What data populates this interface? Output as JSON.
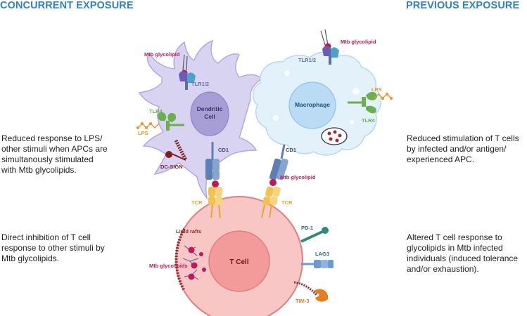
{
  "headings": {
    "left": "CONCURRENT EXPOSURE",
    "right": "PREVIOUS EXPOSURE"
  },
  "side_text": {
    "left_top": "Reduced response to LPS/\nother stimuli when APCs are\nsimultanously stimulated\nwith Mtb glycolipids.",
    "left_bottom": "Direct inhibition of T cell\nresponse to other stimuli by\nMtb glycolipids.",
    "right_top": "Reduced stimulation of T cells\nby infected and/or antigen/\nexperienced APC.",
    "right_bottom": "Altered T cell response to\nglycolipids in Mtb infected\nindividuals (induced tolerance\nand/or exhaustion)."
  },
  "labels": {
    "mtb_glycolipid_dc": "Mtb glycolipid",
    "tlr12_dc": "TLR1/2",
    "dendritic": "Dendritic",
    "cell": "Cell",
    "tlr4_dc": "TLR4",
    "lps_dc": "LPS",
    "dc_sign": "DC-SIGN",
    "cd1_dc": "CD1",
    "tcr_left": "TCR",
    "mtb_glycolipid_mac": "Mtb glycolipid",
    "tlr12_mac": "TLR1/2",
    "macrophage": "Macrophage",
    "lps_mac": "LPS",
    "tlr4_mac": "TLR4",
    "cd1_mac": "CD1",
    "mtb_glycolipid_mid": "Mtb glycolipid",
    "tcr_right": "TCR",
    "lipid_rafts": "Lipid rafts",
    "mtb_glycolipids": "Mtb glycolipids",
    "t_cell": "T Cell",
    "pd1": "PD-1",
    "lag3": "LAG3",
    "tim3": "TIM-3"
  },
  "colors": {
    "heading": "#2f83c1",
    "dc_fill": "#d9d3f2",
    "dc_nucleus": "#a79ed6",
    "mac_fill": "#e3f1fb",
    "mac_nucleus": "#b9dbf3",
    "tcell_fill": "#f8c6c4",
    "tcell_nucleus": "#f29b9a",
    "glycolipid": "#c2185b",
    "tlr4": "#6ab04c",
    "lps": "#f0932b",
    "cd1": "#5d7fb5",
    "tcr": "#f2c14e",
    "dc_sign": "#7b1f1f",
    "pd1": "#2e8b7a",
    "lag3": "#6c9bd1",
    "tim3": "#e67e22"
  }
}
